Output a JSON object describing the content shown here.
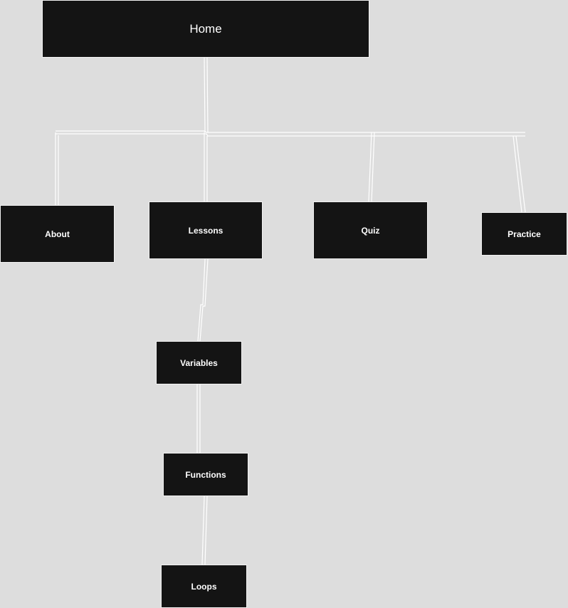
{
  "sitemap": {
    "root": {
      "label": "Home"
    },
    "level1": {
      "about": {
        "label": "About"
      },
      "lessons": {
        "label": "Lessons"
      },
      "quiz": {
        "label": "Quiz"
      },
      "practice": {
        "label": "Practice"
      }
    },
    "lessons_children": {
      "variables": {
        "label": "Variables"
      },
      "functions": {
        "label": "Functions"
      },
      "loops": {
        "label": "Loops"
      }
    }
  },
  "colors": {
    "background": "#dddddd",
    "node_fill": "#141414",
    "node_border": "#f2f2f2",
    "node_text": "#ffffff",
    "connector": "#ffffff"
  }
}
